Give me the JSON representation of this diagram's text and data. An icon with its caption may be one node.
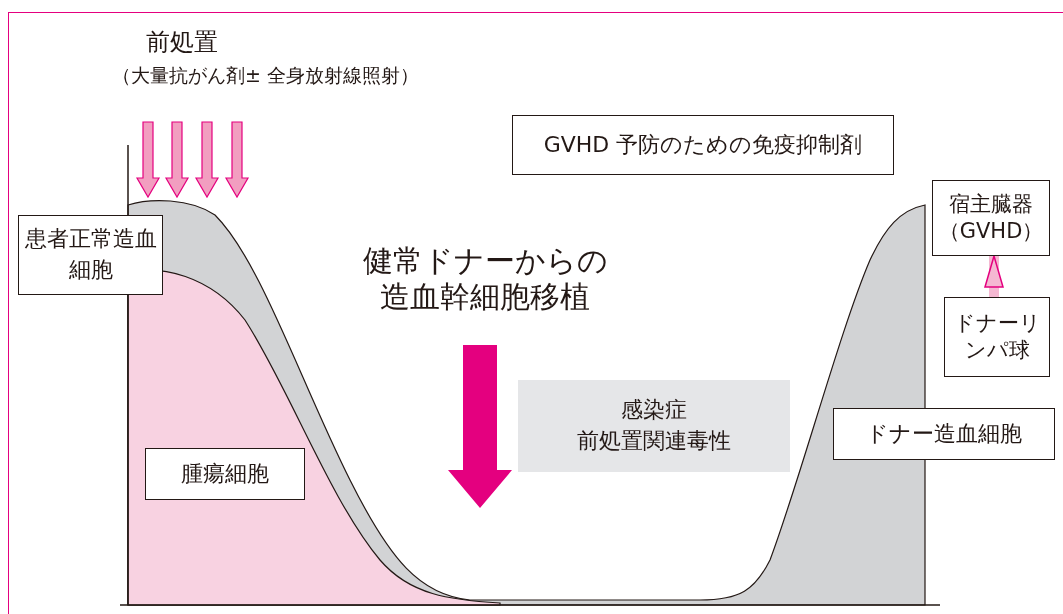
{
  "diagram": {
    "nodes": [
      {
        "text": [
          "患者正常造血細胞"
        ]
      },
      {
        "text": [
          "腫瘍細胞"
        ]
      },
      {
        "text": [
          "GVHD 予防のための免疫抑制剤"
        ]
      },
      {
        "text": [
          "感染症",
          "前処置関連毒性"
        ]
      },
      {
        "text": [
          "ドナー造血細胞"
        ]
      },
      {
        "text": [
          "宿主臓器（GVHD）"
        ]
      },
      {
        "text": [
          "ドナーリンパ球"
        ]
      }
    ],
    "edges": [
      {
        "from": 6,
        "to": 5,
        "arrow": "to"
      }
    ],
    "labels": [
      "前処置",
      "（大量抗がん剤± 全身放射線照射）",
      "健常ドナーからの造血幹細胞移植"
    ]
  }
}
